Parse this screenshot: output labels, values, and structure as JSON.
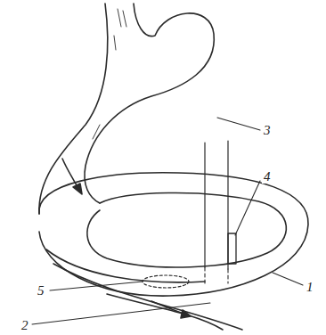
{
  "diagram": {
    "labels": [
      "3",
      "4",
      "1",
      "5",
      "2"
    ]
  }
}
